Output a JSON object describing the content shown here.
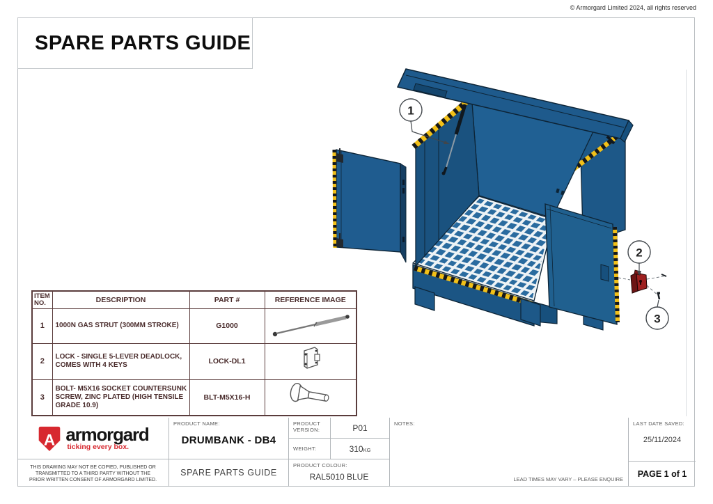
{
  "copyright": "© Armorgard Limited 2024, all rights reserved",
  "title": "SPARE PARTS GUIDE",
  "colors": {
    "cabinet_blue": "#1E5A8C",
    "hazard_yellow": "#F2C018",
    "lock_red": "#9E2020",
    "table_maroon": "#4A2C2C",
    "brand_red": "#D7282F"
  },
  "parts_table": {
    "headers": {
      "item": "ITEM NO.",
      "description": "DESCRIPTION",
      "part": "PART #",
      "image": "REFERENCE IMAGE"
    },
    "rows": [
      {
        "item": "1",
        "description": "1000N GAS STRUT (300MM STROKE)",
        "part": "G1000",
        "image": "gas-strut"
      },
      {
        "item": "2",
        "description": "LOCK - SINGLE 5-LEVER DEADLOCK, COMES WITH 4 KEYS",
        "part": "LOCK-DL1",
        "image": "deadlock"
      },
      {
        "item": "3",
        "description": "BOLT- M5X16 SOCKET COUNTERSUNK SCREW, ZINC PLATED (HIGH TENSILE GRADE 10.9)",
        "part": "BLT-M5X16-H",
        "image": "countersunk-screw"
      }
    ]
  },
  "drawing": {
    "balloons": [
      "1",
      "2",
      "3"
    ]
  },
  "title_block": {
    "product_name_label": "PRODUCT NAME:",
    "product_name": "DRUMBANK - DB4",
    "doc_type": "SPARE PARTS GUIDE",
    "product_version_label": "PRODUCT VERSION:",
    "product_version": "P01",
    "weight_label": "WEIGHT:",
    "weight_value": "310",
    "weight_unit": "KG",
    "product_colour_label": "PRODUCT COLOUR:",
    "product_colour": "RAL5010  BLUE",
    "notes_label": "NOTES:",
    "lead_times_note": "LEAD TIMES MAY VARY – PLEASE ENQUIRE",
    "last_date_saved_label": "LAST DATE SAVED:",
    "last_date_saved": "25/11/2024",
    "page": "PAGE 1 of 1",
    "brand": {
      "mark": "A",
      "name": "armorgard",
      "tagline": "ticking every box."
    },
    "disclaimer_lines": [
      "THIS DRAWING MAY NOT BE COPIED, PUBLISHED OR",
      "TRANSMITTED TO A THIRD PARTY WITHOUT THE",
      "PRIOR WRITTEN CONSENT OF ARMORGARD LIMITED."
    ]
  }
}
